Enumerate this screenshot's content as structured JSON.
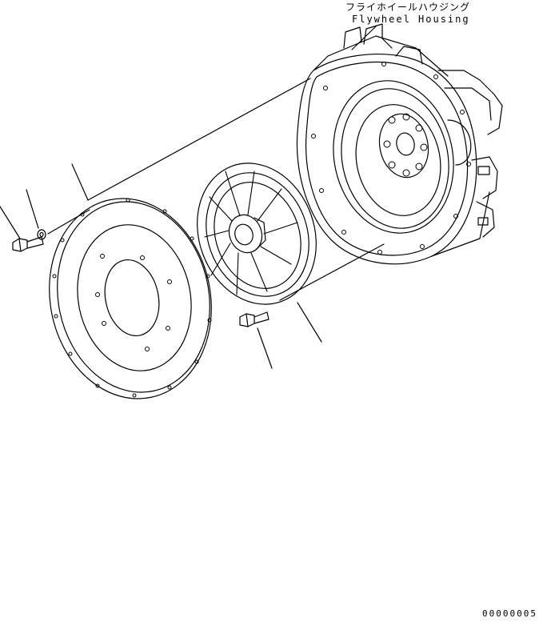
{
  "labels": {
    "housing_title_jp": "フライホイールハウジング",
    "housing_title_en": "Flywheel Housing",
    "page_code": "00000005"
  },
  "colors": {
    "line": "#000000",
    "background": "#ffffff"
  }
}
